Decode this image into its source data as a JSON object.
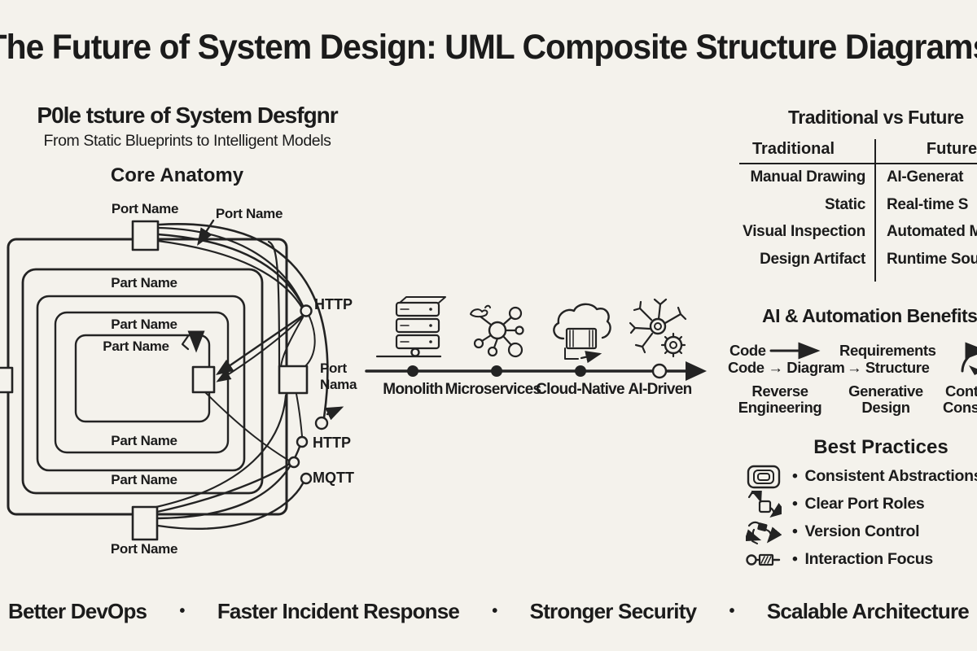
{
  "title": "The Future of System Design: UML Composite Structure Diagrams",
  "colors": {
    "background": "#f4f2ec",
    "ink": "#1b1b1b"
  },
  "left_panel": {
    "heading": "P0le tsture of System Desfgnr",
    "subheading": "From Static Blueprints to Intelligent Models",
    "diagram_title": "Core Anatomy"
  },
  "anatomy": {
    "part_labels": [
      "Part Name",
      "Part Name",
      "Part Name",
      "Part Name",
      "Part Name"
    ],
    "port_top": "Port Name",
    "port_top_right": "Port Name",
    "port_bottom": "Port Name",
    "port_right_line1": "Port",
    "port_right_line2": "Nama",
    "http_top": "HTTP",
    "http_mid": "HTTP",
    "mqtt": "MQTT"
  },
  "timeline": {
    "stages": [
      {
        "label": "Monolith",
        "icon": "server-stack-icon"
      },
      {
        "label": "Microservices",
        "icon": "network-nodes-icon"
      },
      {
        "label": "Cloud-Native",
        "icon": "cloud-container-icon"
      },
      {
        "label": "AI-Driven",
        "icon": "neural-gear-icon"
      }
    ]
  },
  "comparison_table": {
    "title": "Traditional vs Future",
    "columns": [
      "Traditional",
      "Future"
    ],
    "rows": [
      [
        "Manual Drawing",
        "AI-Generat"
      ],
      [
        "Static",
        "Real-time S"
      ],
      [
        "Visual Inspection",
        "Automated M"
      ],
      [
        "Design Artifact",
        "Runtime Sou"
      ]
    ]
  },
  "benefits": {
    "title": "AI & Automation Benefits",
    "col1": {
      "line1": "Code",
      "line2": "Code → Diagram",
      "cap1": "Reverse",
      "cap2": "Engineering"
    },
    "col2": {
      "line1": "Requirements",
      "line2": "→ Structure",
      "cap1": "Generative",
      "cap2": "Design"
    },
    "col3": {
      "cap1": "Cont",
      "cap2": "Cons"
    }
  },
  "best_practices": {
    "title": "Best Practices",
    "bullet": "•",
    "items": [
      {
        "icon": "nested-frames-icon",
        "label": "Consistent Abstractions"
      },
      {
        "icon": "port-arrows-icon",
        "label": "Clear Port Roles"
      },
      {
        "icon": "version-branch-icon",
        "label": "Version Control"
      },
      {
        "icon": "lollipop-connector-icon",
        "label": "Interaction Focus"
      }
    ]
  },
  "footer": {
    "separator": "•",
    "items": [
      "Better DevOps",
      "Faster Incident Response",
      "Stronger Security",
      "Scalable Architecture"
    ]
  }
}
